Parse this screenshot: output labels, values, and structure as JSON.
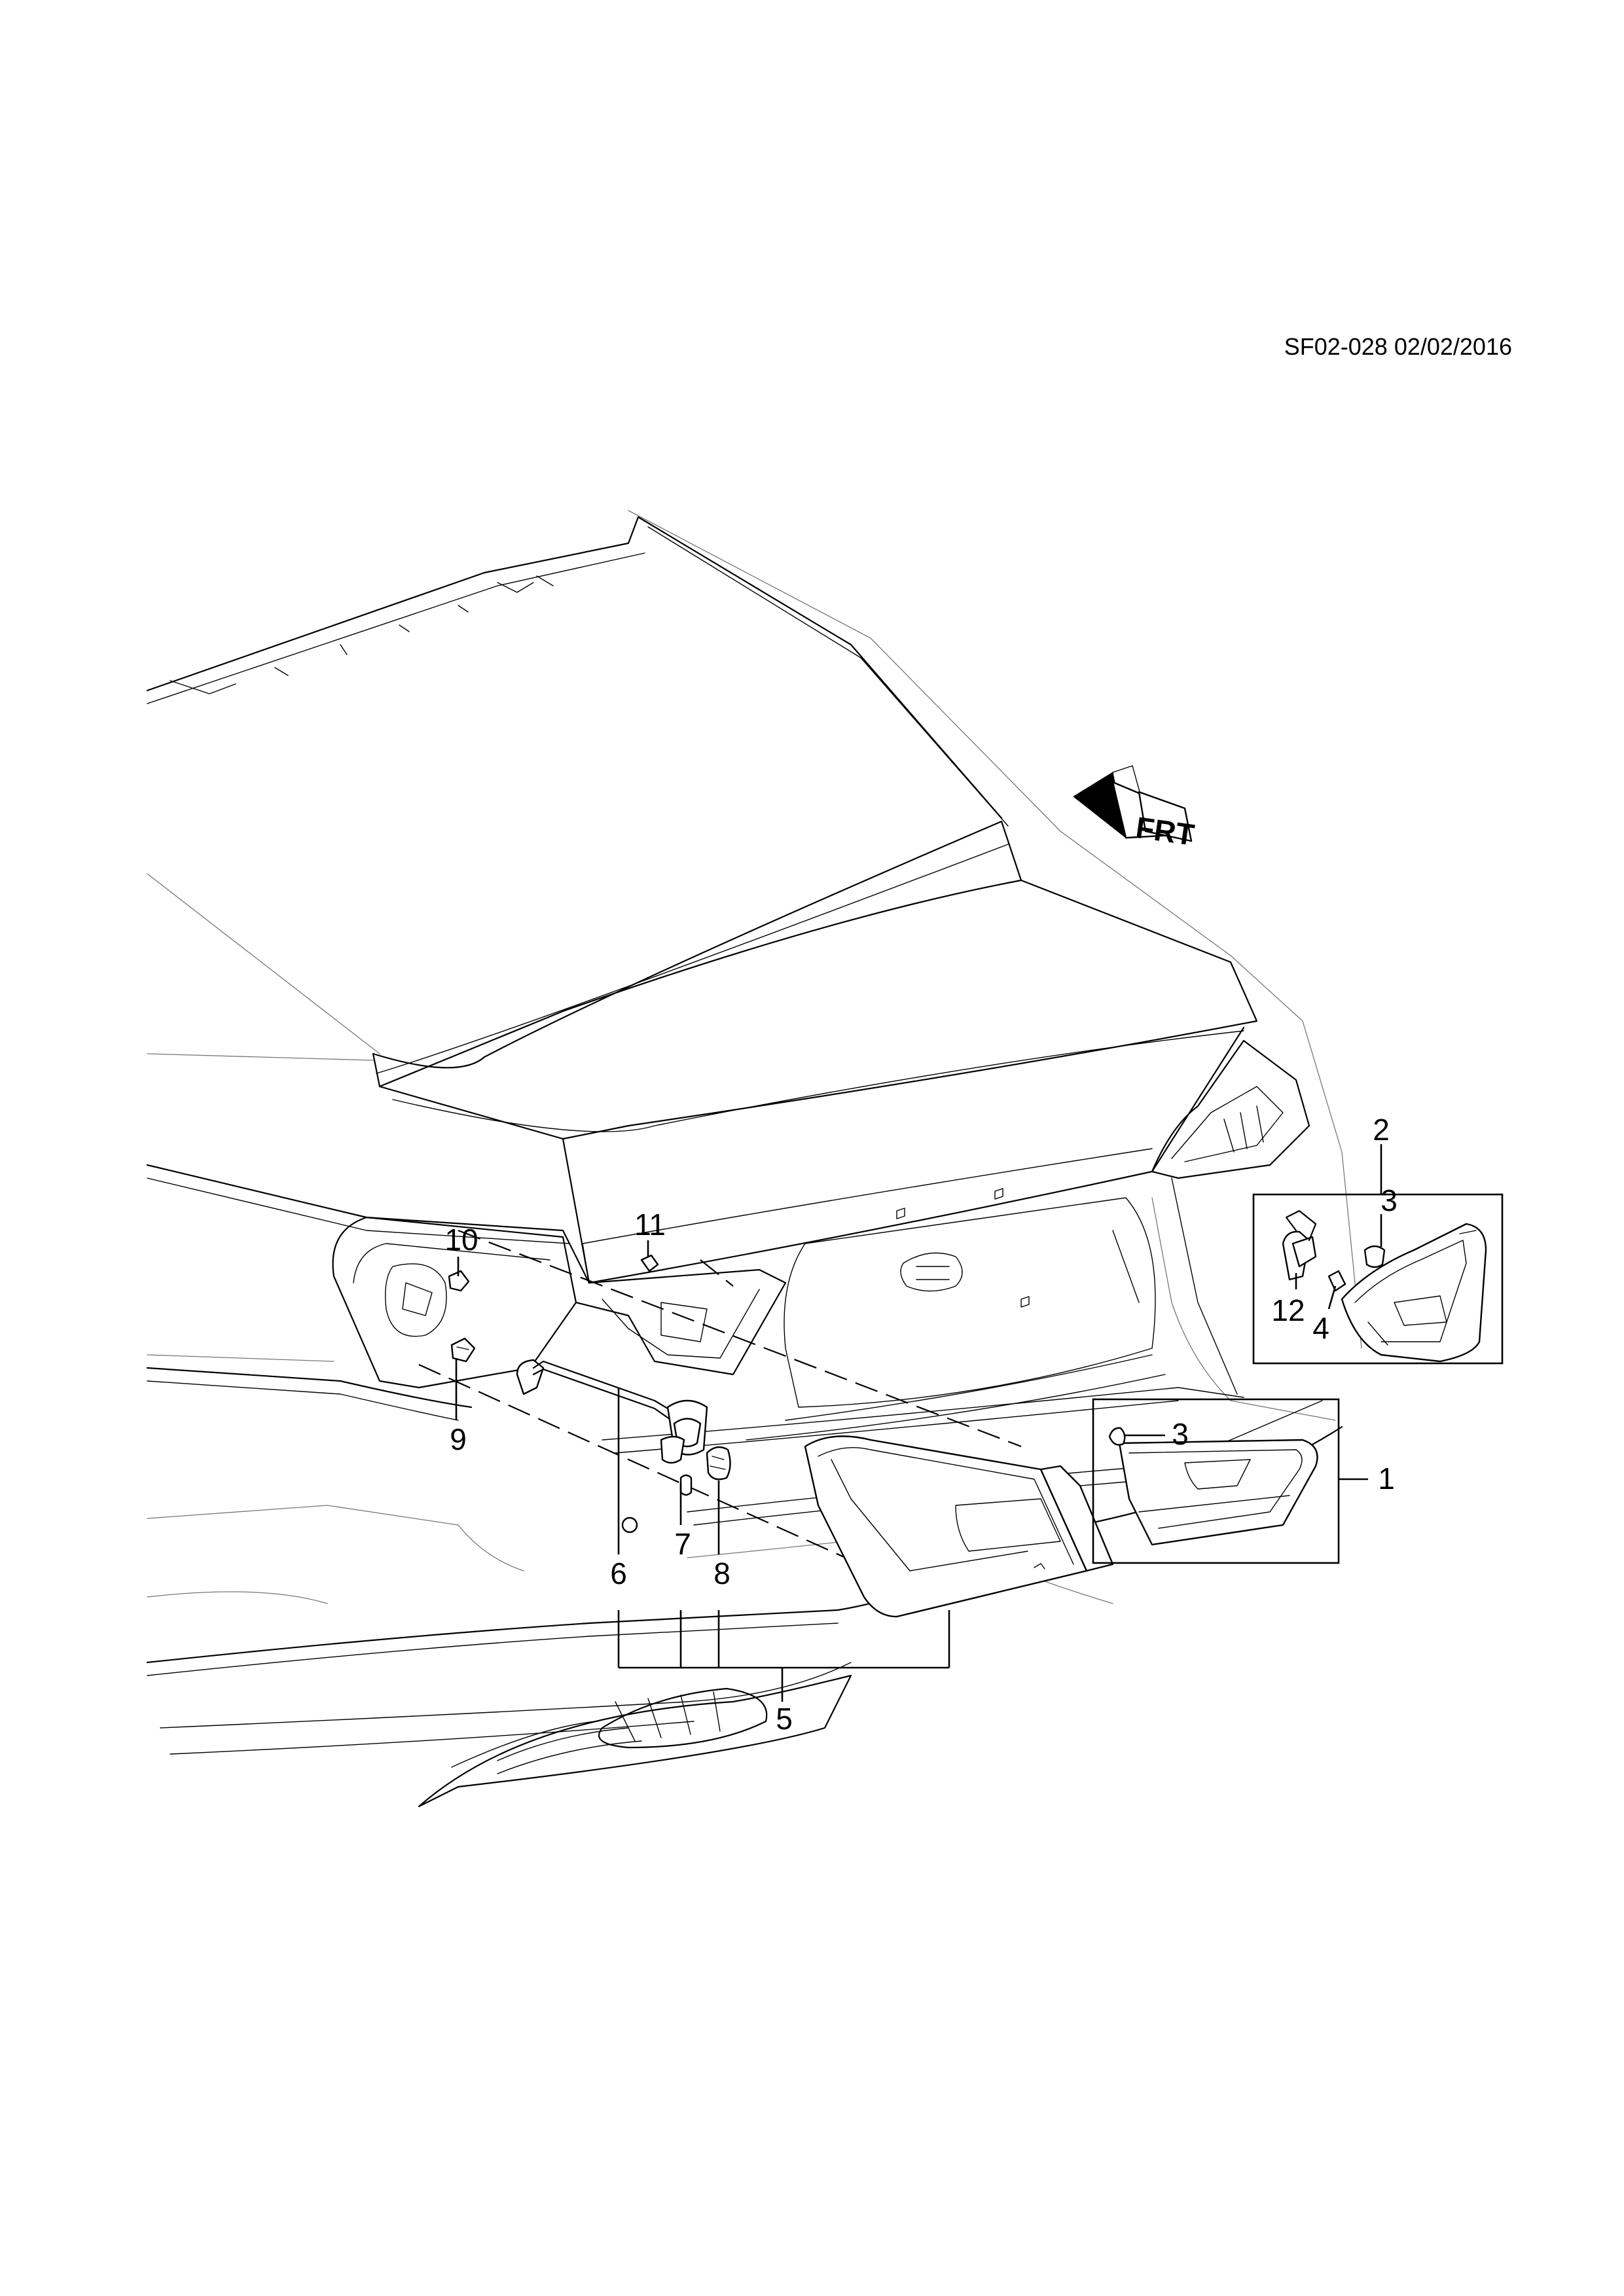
{
  "document": {
    "reference": "SF02-028 02/02/2016"
  },
  "direction_marker": {
    "label": "FRT",
    "icon": "front-direction-arrow-icon"
  },
  "callouts": {
    "c1": "1",
    "c2": "2",
    "c3a": "3",
    "c3b": "3",
    "c4": "4",
    "c5": "5",
    "c6": "6",
    "c7": "7",
    "c8": "8",
    "c9": "9",
    "c10": "10",
    "c11": "11",
    "c12": "12"
  }
}
